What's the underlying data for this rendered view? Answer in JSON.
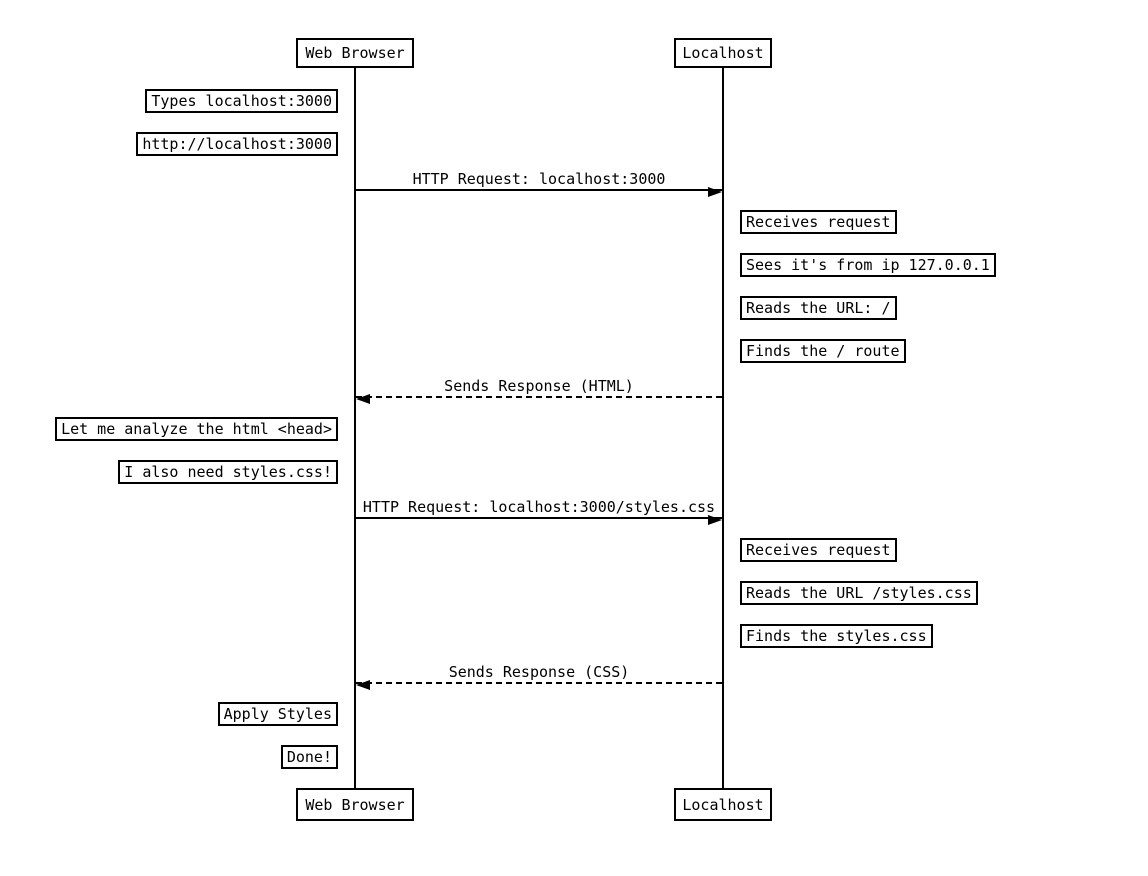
{
  "diagram_type": "sequence-diagram",
  "participants": {
    "browser": "Web Browser",
    "server": "Localhost"
  },
  "messages": [
    {
      "from": "Web Browser",
      "to": "Localhost",
      "line": "solid",
      "direction": "right",
      "label": "HTTP Request: localhost:3000"
    },
    {
      "from": "Localhost",
      "to": "Web Browser",
      "line": "dashed",
      "direction": "left",
      "label": "Sends Response (HTML)"
    },
    {
      "from": "Web Browser",
      "to": "Localhost",
      "line": "solid",
      "direction": "right",
      "label": "HTTP Request: localhost:3000/styles.css"
    },
    {
      "from": "Localhost",
      "to": "Web Browser",
      "line": "dashed",
      "direction": "left",
      "label": "Sends Response (CSS)"
    }
  ],
  "notes": [
    {
      "side": "browser",
      "text": "Types localhost:3000"
    },
    {
      "side": "browser",
      "text": "http://localhost:3000"
    },
    {
      "side": "server",
      "text": "Receives request"
    },
    {
      "side": "server",
      "text": "Sees it's from ip 127.0.0.1"
    },
    {
      "side": "server",
      "text": "Reads the URL: /"
    },
    {
      "side": "server",
      "text": "Finds the / route"
    },
    {
      "side": "browser",
      "text": "Let me analyze the html <head>"
    },
    {
      "side": "browser",
      "text": "I also need styles.css!"
    },
    {
      "side": "server",
      "text": "Receives request"
    },
    {
      "side": "server",
      "text": "Reads the URL /styles.css"
    },
    {
      "side": "server",
      "text": "Finds the styles.css"
    },
    {
      "side": "browser",
      "text": "Apply Styles"
    },
    {
      "side": "browser",
      "text": "Done!"
    }
  ],
  "colors": {
    "stroke": "#000000",
    "background": "#ffffff",
    "note_fill": "#ffffff",
    "text": "#000000"
  }
}
